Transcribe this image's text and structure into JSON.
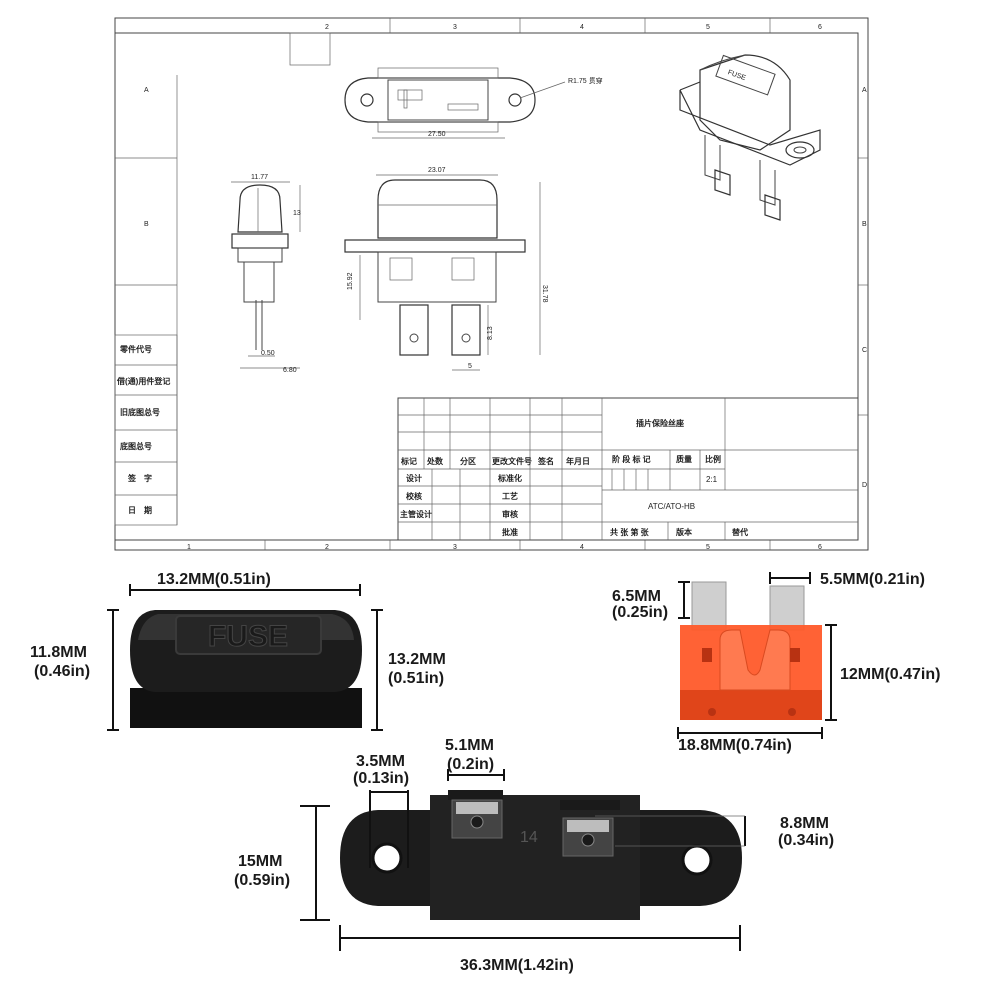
{
  "drawing": {
    "col_numbers": [
      "1",
      "2",
      "3",
      "4",
      "5",
      "6"
    ],
    "row_letters": [
      "A",
      "B",
      "C",
      "D"
    ],
    "dimensions": {
      "top_width": "27.50",
      "hole_note": "R1.75 贯穿",
      "side_width": "11.77",
      "side_height": "13",
      "side_pin": "0.50",
      "side_base": "6.80",
      "front_width": "23.07",
      "front_height": "31.78",
      "front_left": "15.92",
      "terminal_len": "8.13",
      "terminal_gap": "5"
    },
    "left_labels": [
      "零件代号",
      "借(通)用件登记",
      "旧底图总号",
      "底图总号",
      "签　字",
      "日　期"
    ],
    "title_block": {
      "product_name": "插片保险丝座",
      "model": "ATC/ATO-HB",
      "scale_label": "比例",
      "scale_value": "2:1",
      "mass_label": "质量",
      "stage_label": "阶 段 标 记",
      "header_cells": [
        "标记",
        "处数",
        "分区",
        "更改文件号",
        "签名",
        "年月日"
      ],
      "role_cells": [
        "设计",
        "校核",
        "主管设计"
      ],
      "std_cells": [
        "标准化",
        "工艺",
        "审核",
        "批准"
      ],
      "footer": [
        "共 张 第 张",
        "版本",
        "替代"
      ]
    }
  },
  "photos": {
    "fuse_cover": {
      "text": "FUSE",
      "width": "13.2MM(0.51in)",
      "height_left_mm": "11.8MM",
      "height_left_in": "(0.46in)",
      "height_right_mm": "13.2MM",
      "height_right_in": "(0.51in)"
    },
    "blade_fuse": {
      "blade_mm": "6.5MM",
      "blade_in": "(0.25in)",
      "blade_width": "5.5MM(0.21in)",
      "height": "12MM(0.47in)",
      "width": "18.8MM(0.74in)"
    },
    "holder_base": {
      "hole_mm": "3.5MM",
      "hole_in": "(0.13in)",
      "slot_mm": "5.1MM",
      "slot_in": "(0.2in)",
      "spacing_mm": "8.8MM",
      "spacing_in": "(0.34in)",
      "height_mm": "15MM",
      "height_in": "(0.59in)",
      "length": "36.3MM(1.42in)",
      "stamp": "14"
    }
  },
  "colors": {
    "fuse_red": "#ff5a2a",
    "plastic": "#1c1c1c",
    "blade": "#cfcfcf"
  }
}
